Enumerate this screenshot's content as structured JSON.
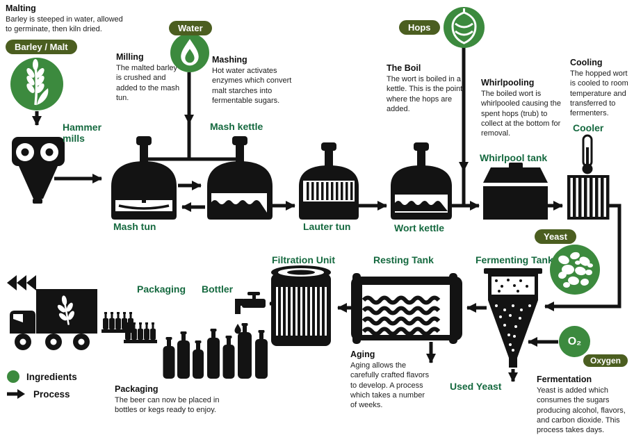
{
  "colors": {
    "pill_green": "#4b5e20",
    "circle_green": "#3c8a3e",
    "label_green": "#15693f",
    "ink": "#131313"
  },
  "legend": {
    "ingredients": "Ingredients",
    "process": "Process"
  },
  "ingredients": {
    "barley": {
      "label": "Barley / Malt"
    },
    "water": {
      "label": "Water"
    },
    "hops": {
      "label": "Hops"
    },
    "yeast": {
      "label": "Yeast"
    },
    "oxygen": {
      "label": "Oxygen",
      "symbol": "O₂"
    }
  },
  "equipment": {
    "hammer_mills": "Hammer mills",
    "mash_tun": "Mash tun",
    "mash_kettle": "Mash kettle",
    "lauter_tun": "Lauter tun",
    "wort_kettle": "Wort kettle",
    "whirlpool_tank": "Whirlpool tank",
    "cooler": "Cooler",
    "fermenting_tank": "Fermenting Tank",
    "resting_tank": "Resting Tank",
    "filtration_unit": "Filtration Unit",
    "bottler": "Bottler",
    "packaging": "Packaging",
    "used_yeast": "Used Yeast"
  },
  "steps": {
    "malting": {
      "title": "Malting",
      "text": "Barley is steeped in water, allowed to germinate, then kiln dried."
    },
    "milling": {
      "title": "Milling",
      "text": "The malted barley is crushed and added to the mash tun."
    },
    "mashing": {
      "title": "Mashing",
      "text": "Hot water activates enzymes which convert malt starches into fermentable sugars."
    },
    "the_boil": {
      "title": "The Boil",
      "text": "The wort is boiled in a kettle.  This is the point where the hops are added."
    },
    "whirlpooling": {
      "title": "Whirlpooling",
      "text": "The boiled wort is whirlpooled causing the spent hops (trub) to collect at the bottom for removal."
    },
    "cooling": {
      "title": "Cooling",
      "text": "The hopped wort is cooled to room temperature and transferred to fermenters."
    },
    "fermentation": {
      "title": "Fermentation",
      "text": "Yeast is added which consumes the sugars producing alcohol, flavors, and carbon dioxide.  This process takes days."
    },
    "aging": {
      "title": "Aging",
      "text": "Aging allows the carefully crafted flavors to develop. A process which takes a number of weeks."
    },
    "packaging": {
      "title": "Packaging",
      "text": "The beer can now be placed in bottles or kegs ready to enjoy."
    }
  }
}
